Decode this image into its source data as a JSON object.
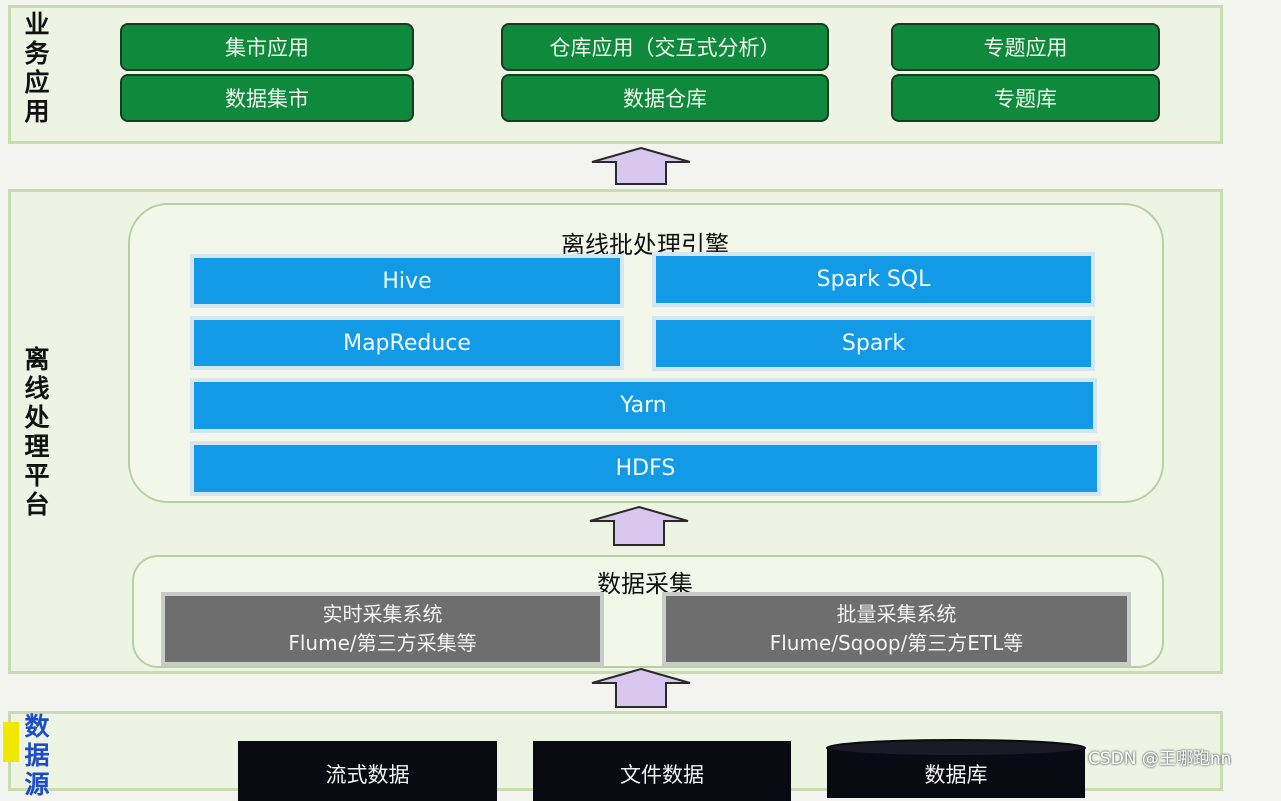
{
  "business": {
    "label": "业务应用",
    "columns": [
      {
        "top": "集市应用",
        "bottom": "数据集市"
      },
      {
        "top": "仓库应用（交互式分析）",
        "bottom": "数据仓库"
      },
      {
        "top": "专题应用",
        "bottom": "专题库"
      }
    ]
  },
  "offline": {
    "label": "离线处理平台",
    "engine_title": "离线批处理引擎",
    "row1": [
      "Hive",
      "Spark SQL"
    ],
    "row2": [
      "MapReduce",
      "Spark"
    ],
    "yarn": "Yarn",
    "hdfs": "HDFS"
  },
  "collection": {
    "title": "数据采集",
    "realtime": {
      "line1": "实时采集系统",
      "line2": "Flume/第三方采集等"
    },
    "batch": {
      "line1": "批量采集系统",
      "line2": "Flume/Sqoop/第三方ETL等"
    }
  },
  "sources": {
    "label": "数据源",
    "items": [
      "流式数据",
      "文件数据",
      "数据库"
    ]
  },
  "watermark": "CSDN @王哪跑nn",
  "colors": {
    "green": "#0f8a3c",
    "blue": "#139ae6",
    "grey": "#6e6e6e",
    "section_bg": "#eef4e4",
    "arrow_fill": "#d8c8ef"
  }
}
